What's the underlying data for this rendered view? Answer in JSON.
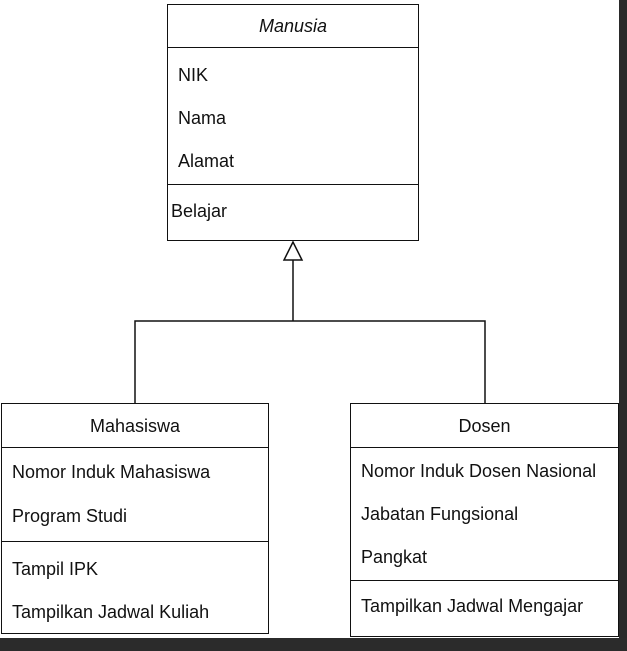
{
  "diagram": {
    "classes": {
      "manusia": {
        "name": "Manusia",
        "attributes": [
          "NIK",
          "Nama",
          "Alamat"
        ],
        "methods": [
          "Belajar"
        ]
      },
      "mahasiswa": {
        "name": "Mahasiswa",
        "attributes": [
          "Nomor Induk Mahasiswa",
          "Program Studi"
        ],
        "methods": [
          "Tampil IPK",
          "Tampilkan Jadwal Kuliah"
        ]
      },
      "dosen": {
        "name": "Dosen",
        "attributes": [
          "Nomor Induk Dosen Nasional",
          "Jabatan Fungsional",
          "Pangkat"
        ],
        "methods": [
          "Tampilkan Jadwal Mengajar"
        ]
      }
    },
    "relations": [
      {
        "type": "generalization",
        "from": "Mahasiswa",
        "to": "Manusia"
      },
      {
        "type": "generalization",
        "from": "Dosen",
        "to": "Manusia"
      }
    ],
    "colors": {
      "line": "#111111",
      "background": "#ffffff"
    }
  }
}
